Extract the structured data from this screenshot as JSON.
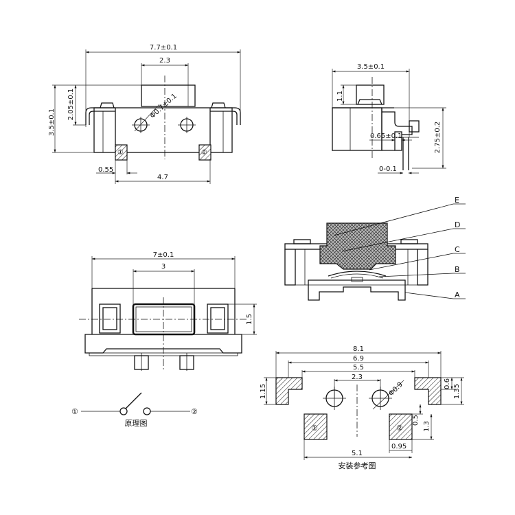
{
  "top_view": {
    "width_dim": "7.7±0.1",
    "inner_dim": "2.3",
    "height_total": "3.5±0.1",
    "height_body": "2.05±0.1",
    "hole_dim": "Φ0.7±0.1",
    "foot_dim": "0.55",
    "pitch_dim": "4.7",
    "pin_left": "①",
    "pin_right": "②"
  },
  "side_view": {
    "width_dim": "3.5±0.1",
    "stem_dim": "1.1",
    "height_dim": "2.75±0.2",
    "lead_dim": "0.65±0.1",
    "gap_dim": "0-0.1"
  },
  "bottom_view": {
    "width_dim": "7±0.1",
    "button_dim": "3",
    "height_dim": "1.5"
  },
  "section_view": {
    "labels": [
      "E",
      "D",
      "C",
      "B",
      "A"
    ]
  },
  "schematic": {
    "pin1": "①",
    "pin2": "②",
    "caption": "原理图"
  },
  "footprint": {
    "d_8_1": "8.1",
    "d_6_9": "6.9",
    "d_5_5": "5.5",
    "d_2_3": "2.3",
    "hole": "Φ0.9",
    "d_1_15": "1.15",
    "d_0_6": "0.6",
    "d_1_35": "1.35",
    "d_0_5": "0.5",
    "d_1_3": "1.3",
    "d_0_95": "0.95",
    "d_5_1": "5.1",
    "pad1": "①",
    "pad2": "②",
    "caption": "安装参考图"
  }
}
